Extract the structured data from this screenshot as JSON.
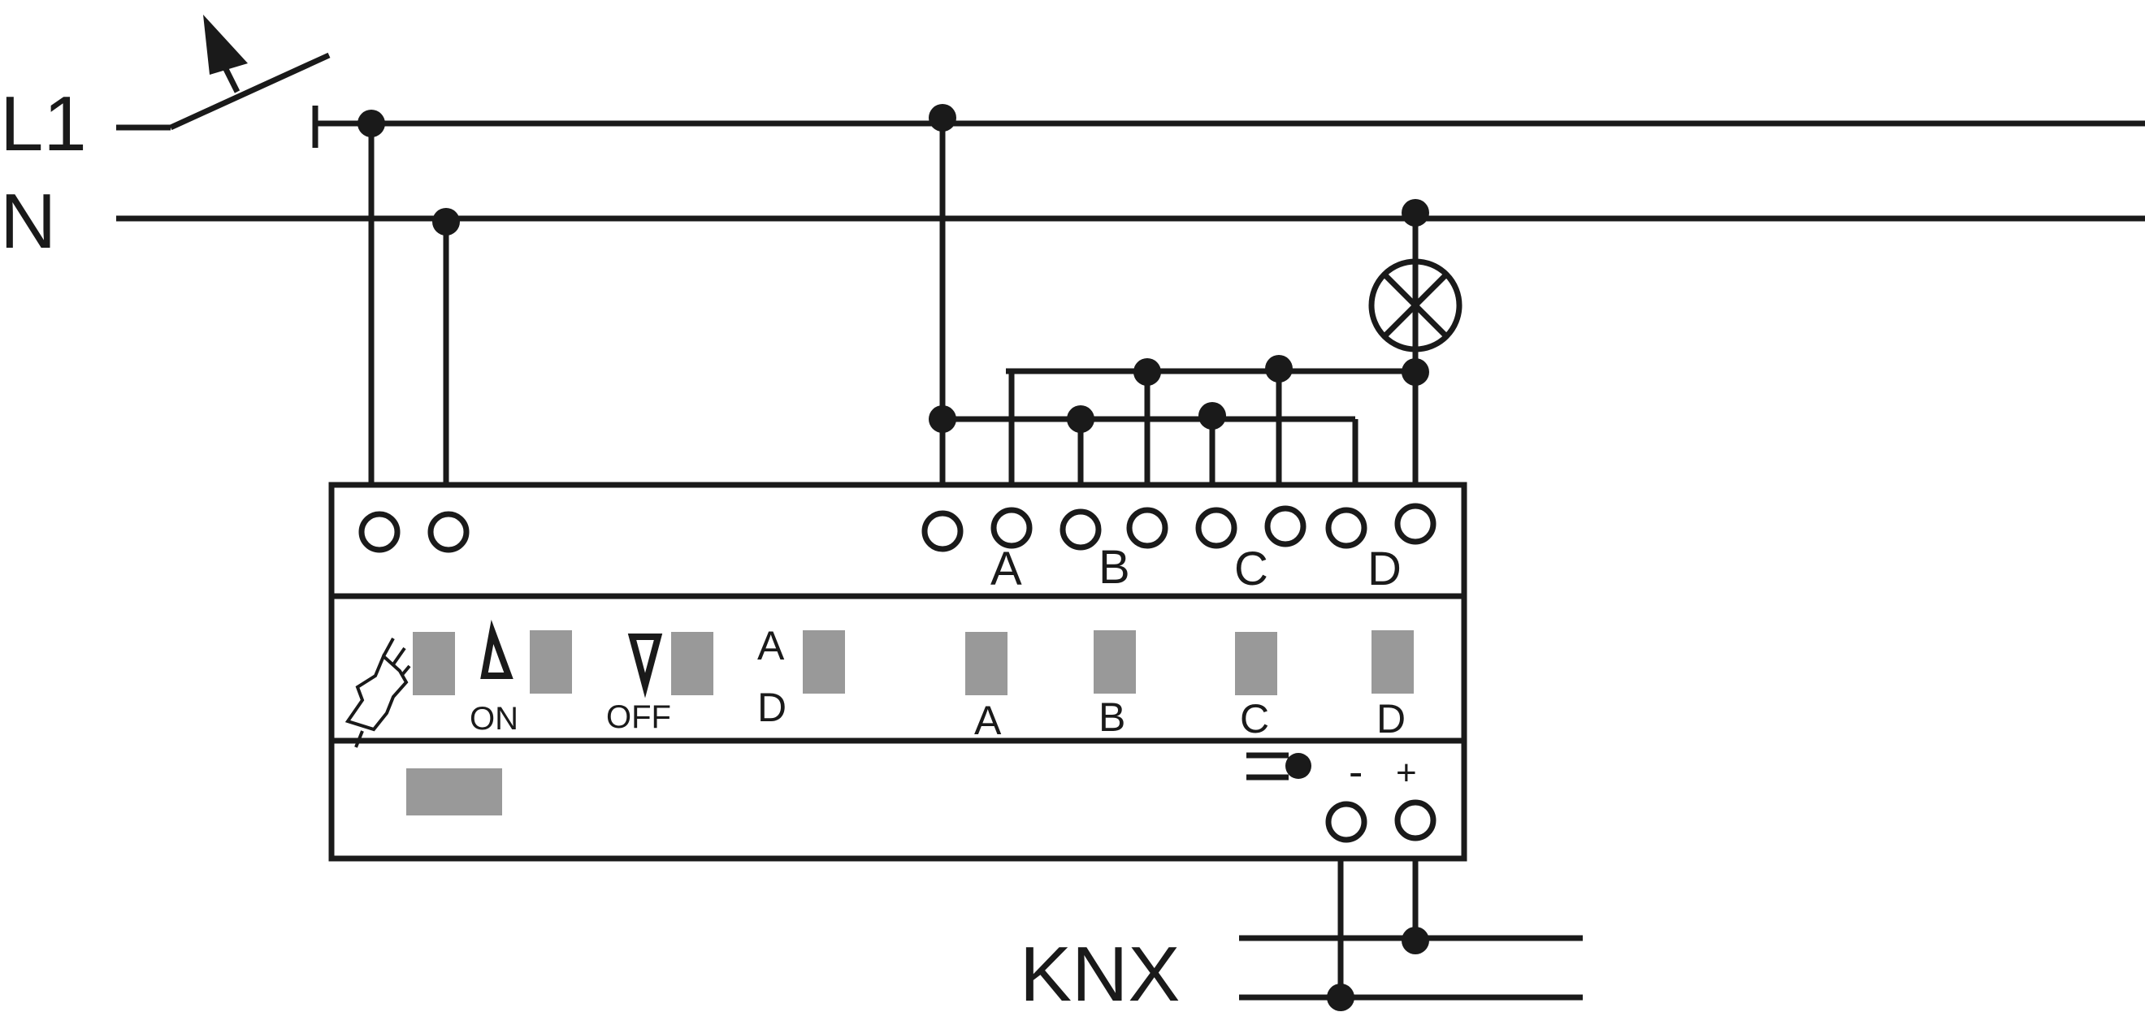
{
  "lines": {
    "phase_label": "L1",
    "neutral_label": "N"
  },
  "bus": {
    "label": "KNX",
    "minus_label": "-",
    "plus_label": "+"
  },
  "terminals": {
    "channel_labels": [
      "A",
      "B",
      "C",
      "D"
    ]
  },
  "controls": {
    "on_label": "ON",
    "off_label": "OFF",
    "select_top": "A",
    "select_bottom": "D",
    "channel_labels": [
      "A",
      "B",
      "C",
      "D"
    ]
  },
  "colors": {
    "line": "#1a1a1a",
    "led": "#999999",
    "background": "#ffffff"
  }
}
